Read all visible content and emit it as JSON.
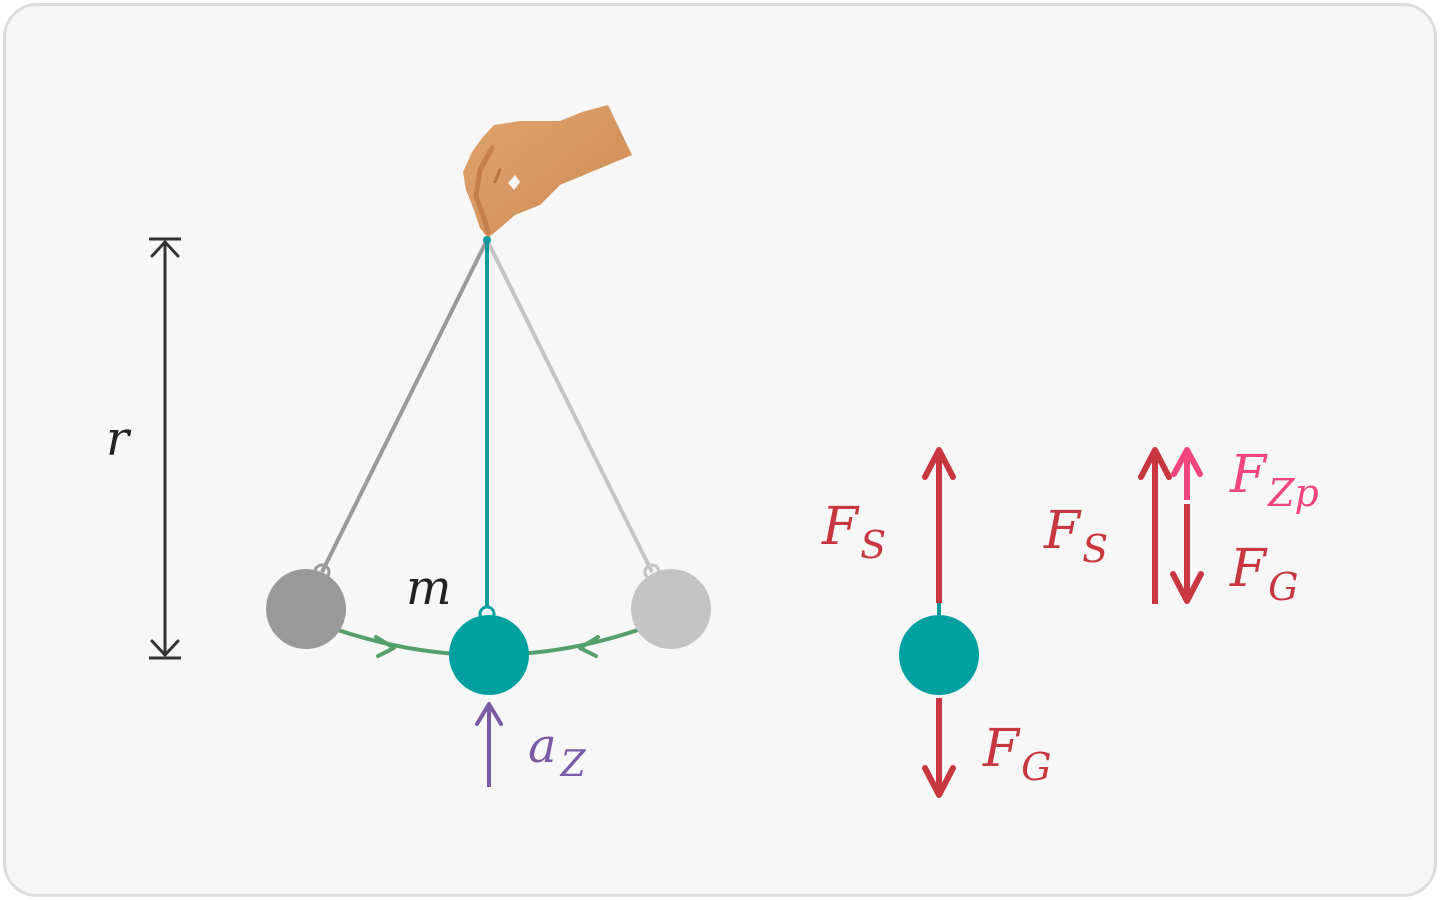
{
  "labels": {
    "length": "r",
    "mass": "m",
    "centripetal_accel": {
      "main": "a",
      "sub": "Z"
    },
    "tension": {
      "main": "F",
      "sub": "S"
    },
    "gravity": {
      "main": "F",
      "sub": "G"
    },
    "tension_2": {
      "main": "F",
      "sub": "S"
    },
    "centripetal_force": {
      "main": "F",
      "sub": "Zp"
    },
    "gravity_2": {
      "main": "F",
      "sub": "G"
    }
  },
  "colors": {
    "string": "#139a9a",
    "bob": "#00a0a0",
    "bob_left": "#999999",
    "bob_right": "#c4c4c4",
    "string_left": "#9a9a9a",
    "string_right": "#c4c4c4",
    "path": "#55a06a",
    "accel": "#7b5aa6",
    "force": "#c8373f",
    "force_zp": "#f0457d",
    "dimension": "#333333",
    "hand": "#d89560"
  }
}
